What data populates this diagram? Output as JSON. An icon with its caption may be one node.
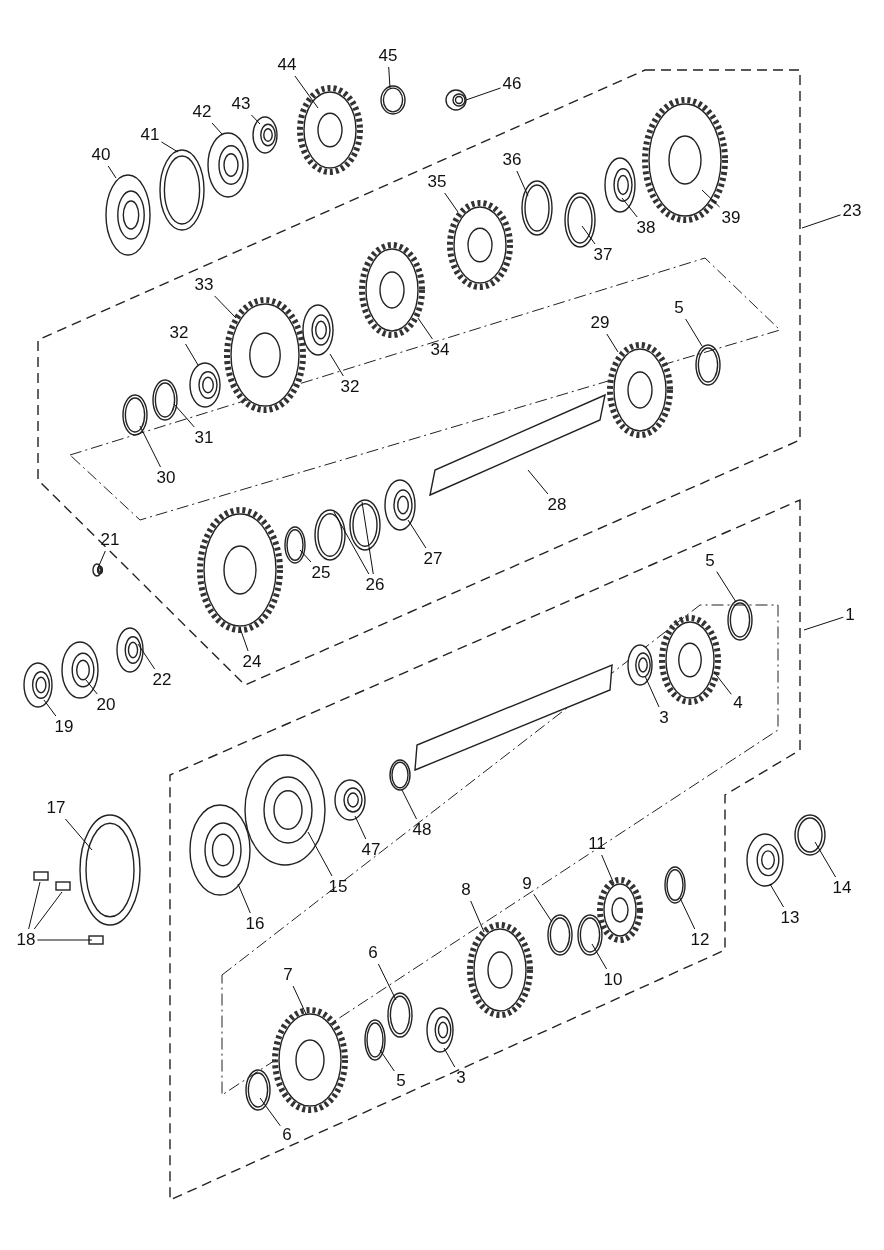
{
  "diagram": {
    "nodes": [
      {
        "text": [
          "45"
        ]
      },
      {
        "text": [
          "46"
        ]
      },
      {
        "text": [
          "44"
        ]
      },
      {
        "text": [
          "43"
        ]
      },
      {
        "text": [
          "42"
        ]
      },
      {
        "text": [
          "41"
        ]
      },
      {
        "text": [
          "40"
        ]
      },
      {
        "text": [
          "36"
        ]
      },
      {
        "text": [
          "35"
        ]
      },
      {
        "text": [
          "23"
        ]
      },
      {
        "text": [
          "39"
        ]
      },
      {
        "text": [
          "38"
        ]
      },
      {
        "text": [
          "37"
        ]
      },
      {
        "text": [
          "33"
        ]
      },
      {
        "text": [
          "5"
        ]
      },
      {
        "text": [
          "32"
        ]
      },
      {
        "text": [
          "34"
        ]
      },
      {
        "text": [
          "29"
        ]
      },
      {
        "text": [
          "32"
        ]
      },
      {
        "text": [
          "31"
        ]
      },
      {
        "text": [
          "30"
        ]
      },
      {
        "text": [
          "28"
        ]
      },
      {
        "text": [
          "27"
        ]
      },
      {
        "text": [
          "26"
        ]
      },
      {
        "text": [
          "25"
        ]
      },
      {
        "text": [
          "21"
        ]
      },
      {
        "text": [
          "24"
        ]
      },
      {
        "text": [
          "5"
        ]
      },
      {
        "text": [
          "1"
        ]
      },
      {
        "text": [
          "22"
        ]
      },
      {
        "text": [
          "20"
        ]
      },
      {
        "text": [
          "19"
        ]
      },
      {
        "text": [
          "4"
        ]
      },
      {
        "text": [
          "3"
        ]
      },
      {
        "text": [
          "17"
        ]
      },
      {
        "text": [
          "15"
        ]
      },
      {
        "text": [
          "47"
        ]
      },
      {
        "text": [
          "48"
        ]
      },
      {
        "text": [
          "16"
        ]
      },
      {
        "text": [
          "11"
        ]
      },
      {
        "text": [
          "9"
        ]
      },
      {
        "text": [
          "8"
        ]
      },
      {
        "text": [
          "14"
        ]
      },
      {
        "text": [
          "13"
        ]
      },
      {
        "text": [
          "18"
        ]
      },
      {
        "text": [
          "12"
        ]
      },
      {
        "text": [
          "10"
        ]
      },
      {
        "text": [
          "6"
        ]
      },
      {
        "text": [
          "7"
        ]
      },
      {
        "text": [
          "5"
        ]
      },
      {
        "text": [
          "3"
        ]
      },
      {
        "text": [
          "6"
        ]
      }
    ],
    "edges": [
      {
        "from": 0,
        "to": null,
        "arrow": "none"
      },
      {
        "from": 1,
        "to": null,
        "arrow": "none"
      },
      {
        "from": 2,
        "to": null,
        "arrow": "none"
      },
      {
        "from": 3,
        "to": null,
        "arrow": "none"
      },
      {
        "from": 4,
        "to": null,
        "arrow": "none"
      },
      {
        "from": 5,
        "to": null,
        "arrow": "none"
      },
      {
        "from": 6,
        "to": null,
        "arrow": "none"
      },
      {
        "from": 7,
        "to": null,
        "arrow": "none"
      },
      {
        "from": 8,
        "to": null,
        "arrow": "none"
      },
      {
        "from": 9,
        "to": null,
        "arrow": "none"
      },
      {
        "from": 10,
        "to": null,
        "arrow": "none"
      },
      {
        "from": 11,
        "to": null,
        "arrow": "none"
      },
      {
        "from": 12,
        "to": null,
        "arrow": "none"
      },
      {
        "from": 13,
        "to": null,
        "arrow": "none"
      },
      {
        "from": 14,
        "to": null,
        "arrow": "none"
      },
      {
        "from": 15,
        "to": null,
        "arrow": "none"
      },
      {
        "from": 16,
        "to": null,
        "arrow": "none"
      },
      {
        "from": 17,
        "to": null,
        "arrow": "none"
      },
      {
        "from": 18,
        "to": null,
        "arrow": "none"
      },
      {
        "from": 19,
        "to": null,
        "arrow": "none"
      },
      {
        "from": 20,
        "to": null,
        "arrow": "none"
      },
      {
        "from": 21,
        "to": null,
        "arrow": "none"
      },
      {
        "from": 22,
        "to": null,
        "arrow": "none"
      },
      {
        "from": 23,
        "to": null,
        "arrow": "none"
      },
      {
        "from": 23,
        "to": null,
        "arrow": "none"
      },
      {
        "from": 24,
        "to": null,
        "arrow": "none"
      },
      {
        "from": 25,
        "to": null,
        "arrow": "none"
      },
      {
        "from": 26,
        "to": null,
        "arrow": "none"
      },
      {
        "from": 27,
        "to": null,
        "arrow": "none"
      },
      {
        "from": 28,
        "to": null,
        "arrow": "none"
      },
      {
        "from": 29,
        "to": null,
        "arrow": "none"
      },
      {
        "from": 30,
        "to": null,
        "arrow": "none"
      },
      {
        "from": 31,
        "to": null,
        "arrow": "none"
      },
      {
        "from": 32,
        "to": null,
        "arrow": "none"
      },
      {
        "from": 33,
        "to": null,
        "arrow": "none"
      },
      {
        "from": 34,
        "to": null,
        "arrow": "none"
      },
      {
        "from": 35,
        "to": null,
        "arrow": "none"
      },
      {
        "from": 36,
        "to": null,
        "arrow": "none"
      },
      {
        "from": 37,
        "to": null,
        "arrow": "none"
      },
      {
        "from": 38,
        "to": null,
        "arrow": "none"
      },
      {
        "from": 39,
        "to": null,
        "arrow": "none"
      },
      {
        "from": 40,
        "to": null,
        "arrow": "none"
      },
      {
        "from": 41,
        "to": null,
        "arrow": "none"
      },
      {
        "from": 42,
        "to": null,
        "arrow": "none"
      },
      {
        "from": 43,
        "to": null,
        "arrow": "none"
      },
      {
        "from": 44,
        "to": null,
        "arrow": "none"
      },
      {
        "from": 44,
        "to": null,
        "arrow": "none"
      },
      {
        "from": 44,
        "to": null,
        "arrow": "none"
      },
      {
        "from": 45,
        "to": null,
        "arrow": "none"
      },
      {
        "from": 46,
        "to": null,
        "arrow": "none"
      },
      {
        "from": 47,
        "to": null,
        "arrow": "none"
      },
      {
        "from": 48,
        "to": null,
        "arrow": "none"
      },
      {
        "from": 49,
        "to": null,
        "arrow": "none"
      },
      {
        "from": 50,
        "to": null,
        "arrow": "none"
      },
      {
        "from": 51,
        "to": null,
        "arrow": "none"
      }
    ]
  }
}
